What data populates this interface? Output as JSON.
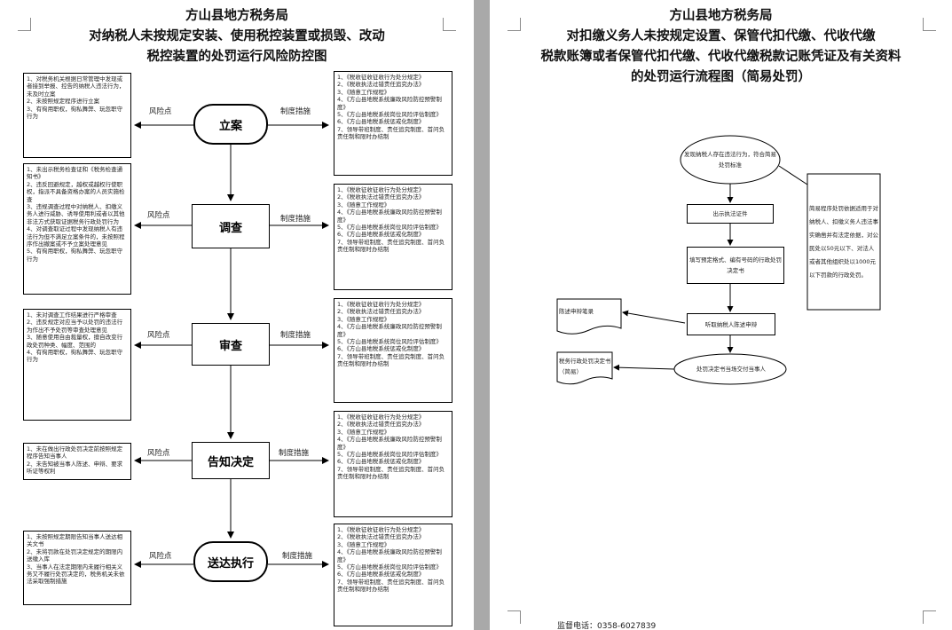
{
  "left": {
    "title_lines": [
      "方山县地方税务局",
      "对纳税人未按规定安装、使用税控装置或损毁、改动",
      "税控装置的处罚运行风险防控图"
    ],
    "risk_label": "风险点",
    "measure_label": "制度措施",
    "measures_text": "1、《税收征收征收行为处分规定》\n2、《税收执法过错责任追究办法》\n3、《随意工作规程》\n4、《方山县地税系统廉政风险防控预警制度》\n5、《方山县地税系统岗位风险评估制度》\n6、《方山县地税系统惩戒化制度》\n7、领导带班制度、责任追究制度、首问负责任制和限时办结制",
    "stages": [
      {
        "name": "立案",
        "risk": "1、对税务机关根据日常管理中发现或者接到举报、控告的纳税人违法行为，未及时立案\n2、未按照规定程序进行立案\n3、有徇用职权，徇私舞弊、玩忽职守行为"
      },
      {
        "name": "调查",
        "risk": "1、未出示税务检查证和《税务检查通知书》\n2、违反回避规定，越权或越权行使职权，指派不具备资格办案的人员实施检查\n3、违规调查过程中对纳税人、扣缴义务人进行威胁、诱导使用利或者以其他非法方式获取证据税务行政处罚行为\n4、对调查取证过程中发现纳税人有违法行为但不满足立案条件的，未按照程序作出撤案或不予立案处理意见\n5、有徇用职权，徇私舞弊、玩忽职守行为"
      },
      {
        "name": "审查",
        "risk": "1、未对调查工作结果进行严格审查\n2、违反规定对应当予以处罚的违法行为作出不予处罚等审查处理意见\n3、随意使用自由裁量权，擅自改变行政处罚种类、幅度、范围的\n4、有徇用职权，徇私舞弊、玩忽职守行为"
      },
      {
        "name": "告知决定",
        "risk": "1、未在做出行政处罚决定前按照规定程序告知当事人\n2、未告知被当事人陈述、申辩、要求听证等权利"
      },
      {
        "name": "送达执行",
        "risk": "1、未按照规定期限告知当事人送达相关文书\n2、未将罚款在处罚决定规定的期限内送缴入库\n3、当事人在法定期限内未履行相关义务又不履行处罚决定的，税务机关未依法采取强制措施"
      }
    ]
  },
  "right": {
    "title_lines": [
      "方山县地方税务局",
      "对扣缴义务人未按规定设置、保管代扣代缴、代收代缴",
      "税款账簿或者保管代扣代缴、代收代缴税款记账凭证及有关资料",
      "的处罚运行流程图（简易处罚）"
    ],
    "flow": {
      "start": "发现纳税人存在违法行为，符合简易处罚标准",
      "note": "简易程序处罚依据适用于对纳税人、扣缴义务人违法事实确凿并有法定依据，对公民处以50元以下、对法人或者其他组织处以1000元以下罚款的行政处罚。",
      "step1": "出示执法证件",
      "step2": "填写预定格式、编有号码的行政处罚决定书",
      "step3": "听取纳税人陈述申辩",
      "side1": "陈述申辩笔录",
      "step4": "处罚决定书当场交付当事人",
      "side2": "税务行政处罚决定书（简易）"
    },
    "footer": "监督电话：0358-6027839"
  }
}
